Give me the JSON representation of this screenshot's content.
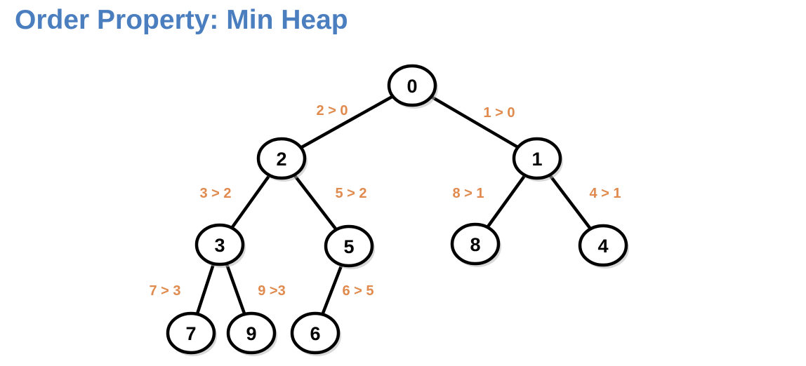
{
  "title": "Order Property: Min Heap",
  "colors": {
    "title": "#4a7ebf",
    "label": "#e08a4e",
    "node_stroke": "#000000",
    "node_fill": "#ffffff"
  },
  "heap": {
    "nodes": [
      {
        "id": "n0",
        "value": "0"
      },
      {
        "id": "n2",
        "value": "2"
      },
      {
        "id": "n1",
        "value": "1"
      },
      {
        "id": "n3",
        "value": "3"
      },
      {
        "id": "n5",
        "value": "5"
      },
      {
        "id": "n8",
        "value": "8"
      },
      {
        "id": "n4",
        "value": "4"
      },
      {
        "id": "n7",
        "value": "7"
      },
      {
        "id": "n9",
        "value": "9"
      },
      {
        "id": "n6",
        "value": "6"
      }
    ],
    "edges": [
      {
        "from": "n0",
        "to": "n2",
        "label": "2 > 0"
      },
      {
        "from": "n0",
        "to": "n1",
        "label": "1 > 0"
      },
      {
        "from": "n2",
        "to": "n3",
        "label": "3 > 2"
      },
      {
        "from": "n2",
        "to": "n5",
        "label": "5 > 2"
      },
      {
        "from": "n1",
        "to": "n8",
        "label": "8 > 1"
      },
      {
        "from": "n1",
        "to": "n4",
        "label": "4 > 1"
      },
      {
        "from": "n3",
        "to": "n7",
        "label": "7 > 3"
      },
      {
        "from": "n3",
        "to": "n9",
        "label": "9 >3"
      },
      {
        "from": "n5",
        "to": "n6",
        "label": "6 > 5"
      }
    ]
  }
}
